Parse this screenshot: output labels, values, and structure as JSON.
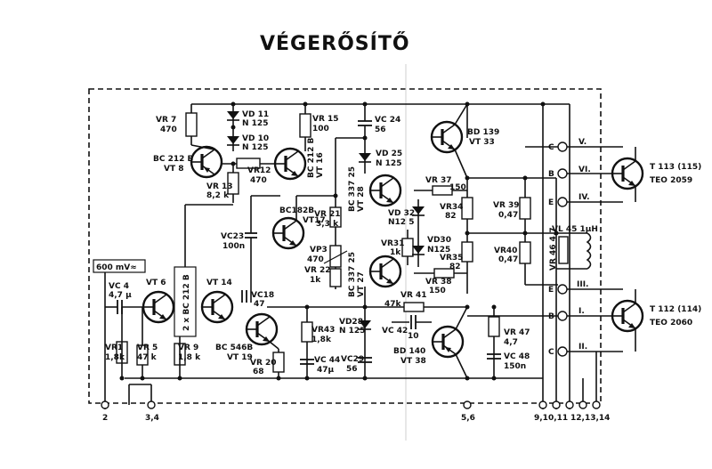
{
  "title": "VÉGERŐSÍTŐ",
  "input_level": "600 mV≈",
  "transistors": {
    "vt8": [
      "BC 212 B",
      "VT 8"
    ],
    "vt16": [
      "BC 212 B",
      "VT 16"
    ],
    "vt33": [
      "BD 139",
      "VT 33"
    ],
    "vt28": [
      "BC 337 25",
      "VT 28"
    ],
    "vt17": [
      "BC182B",
      "VT17"
    ],
    "vt27": [
      "BC 337 25",
      "VT 27"
    ],
    "vt6": "VT 6",
    "vt14": "VT 14",
    "pair": "2 x BC 212 B",
    "vt19": [
      "BC 546B",
      "VT 19"
    ],
    "vt38": [
      "BD 140",
      "VT 38"
    ]
  },
  "components": {
    "vr7": [
      "VR 7",
      "470"
    ],
    "vd11": [
      "VD 11",
      "N 125"
    ],
    "vd10": [
      "VD 10",
      "N 125"
    ],
    "vr15": [
      "VR 15",
      "100"
    ],
    "vc24": [
      "VC 24",
      "56"
    ],
    "vr12": [
      "VR12",
      "470"
    ],
    "vr13": [
      "VR 13",
      "8,2 k"
    ],
    "vd25": [
      "VD 25",
      "N 125"
    ],
    "vr37": [
      "VR 37",
      "150"
    ],
    "vd32": [
      "VD 32",
      "N12 5"
    ],
    "vr34": [
      "VR34",
      "82"
    ],
    "vr39": [
      "VR 39",
      "0,47"
    ],
    "vr21": [
      "VR 21",
      "3,3 k"
    ],
    "vc23": [
      "VC23",
      "100n"
    ],
    "vp3": [
      "VP3",
      "470"
    ],
    "vr22": [
      "VR 22",
      "1k"
    ],
    "vr31": [
      "VR31",
      "1k"
    ],
    "vd30": [
      "VD30",
      "N125"
    ],
    "vr35": [
      "VR35",
      "82"
    ],
    "vr40": [
      "VR40",
      "0,47"
    ],
    "vr38": [
      "VR 38",
      "150"
    ],
    "vl45": "VL 45  1μH",
    "vr46": "VR 46  4,7",
    "vc4": [
      "VC 4",
      "4,7 μ"
    ],
    "vc18": [
      "VC18",
      "47"
    ],
    "vr41": [
      "VR 41",
      "47k"
    ],
    "vc42": [
      "VC 42",
      "10"
    ],
    "vd28": [
      "VD28",
      "N 125"
    ],
    "vr43": [
      "VR43",
      "1,8k"
    ],
    "vr1": [
      "VR1",
      "1,8k"
    ],
    "vr5": [
      "VR 5",
      "47 k"
    ],
    "vr9": [
      "VR 9",
      "1,8 k"
    ],
    "vr20": [
      "VR 20",
      "68"
    ],
    "vc44": [
      "VC 44",
      "47μ"
    ],
    "vc29": [
      "VC29",
      "56"
    ],
    "vr47": [
      "VR 47",
      "4,7"
    ],
    "vc48": [
      "VC 48",
      "150n"
    ]
  },
  "outputs": {
    "upper": {
      "name": "T 113 (115)",
      "type": "TEO 2059",
      "pins": [
        "C",
        "B",
        "E"
      ],
      "wires": [
        "V.",
        "VI.",
        "IV."
      ]
    },
    "lower": {
      "name": "T 112 (114)",
      "type": "TEO 2060",
      "pins": [
        "E",
        "B",
        "C"
      ],
      "wires": [
        "III.",
        "I.",
        "II."
      ]
    }
  },
  "pins": [
    "2",
    "3,4",
    "5,6",
    "9,10,11",
    "12,13,14"
  ]
}
